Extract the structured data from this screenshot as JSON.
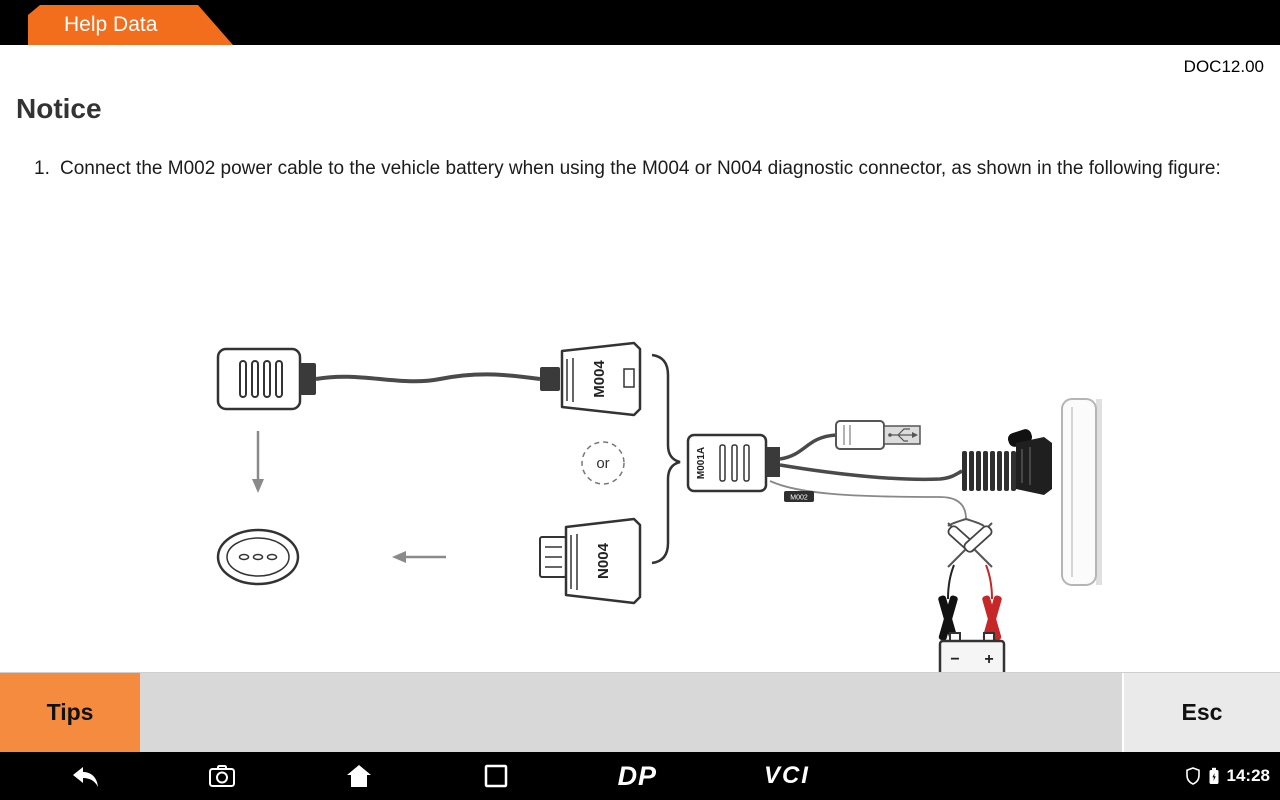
{
  "colors": {
    "accent_orange": "#f26e1d",
    "tips_orange": "#f58b3e",
    "nav_background": "#000000",
    "footer_gray": "#d8d8d8"
  },
  "header": {
    "tab_label": "Help Data",
    "doc_version": "DOC12.00"
  },
  "notice": {
    "title": "Notice",
    "items": [
      {
        "number": "1.",
        "text": "Connect the M002 power cable to the vehicle battery when using the M004 or N004 diagnostic connector, as shown in the following figure:"
      }
    ]
  },
  "diagram": {
    "labels": {
      "m004": "M004",
      "n004": "N004",
      "or": "or",
      "m001a": "M001A",
      "m002": "M002",
      "battery_minus": "−",
      "battery_plus": "+"
    }
  },
  "footer": {
    "tips_label": "Tips",
    "esc_label": "Esc"
  },
  "navbar": {
    "dp_label": "DP",
    "vci_label": "VCI",
    "time": "14:28",
    "icons": [
      "back",
      "camera",
      "home",
      "recents",
      "vpn-shield",
      "battery"
    ]
  }
}
